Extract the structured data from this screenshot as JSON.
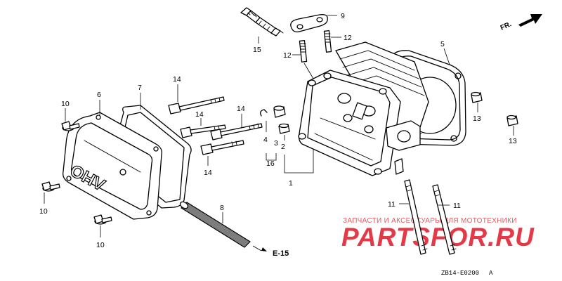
{
  "direction": {
    "label": "FR."
  },
  "parts": {
    "p1": "1",
    "p2": "2",
    "p3": "3",
    "p4": "4",
    "p5": "5",
    "p6": "6",
    "p7": "7",
    "p8": "8",
    "p9": "9",
    "p10": "10",
    "p11": "11",
    "p12": "12",
    "p13": "13",
    "p14": "14",
    "p15": "15",
    "p16": "16"
  },
  "cover_text": "OHV",
  "reference": "E-15",
  "watermark": {
    "subtitle": "ЗАПЧАСТИ И АКСЕССУАРЫ ДЛЯ МОТОТЕХНИКИ",
    "brand": "PARTSFOR.RU"
  },
  "diagram_code": "ZB14-E0200",
  "diagram_rev": "A"
}
